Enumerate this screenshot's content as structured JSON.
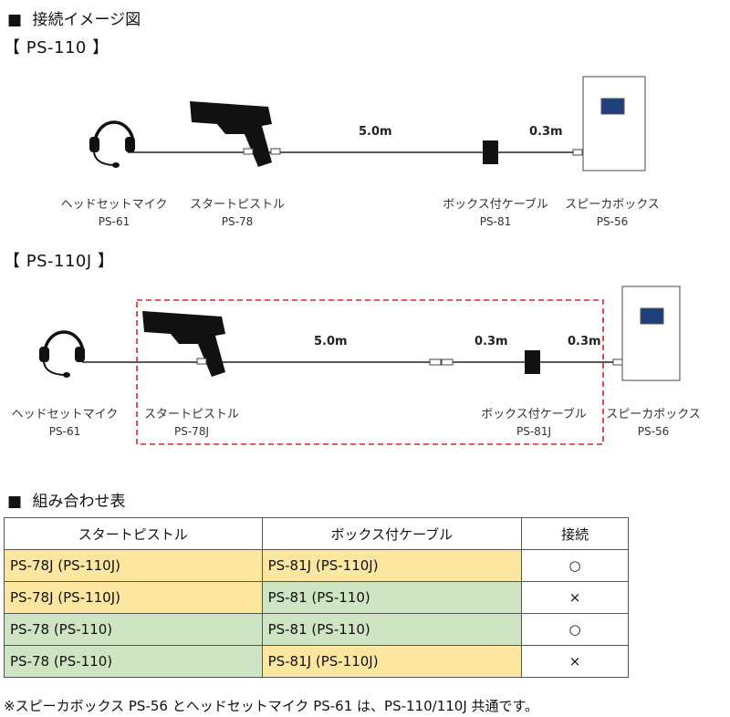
{
  "section_connection": {
    "bullet": "■",
    "title": "接続イメージ図"
  },
  "variant_a": {
    "title": "【 PS-110 】",
    "components": [
      {
        "name": "ヘッドセットマイク",
        "code": "PS-61"
      },
      {
        "name": "スタートピストル",
        "code": "PS-78"
      },
      {
        "name": "ボックス付ケーブル",
        "code": "PS-81"
      },
      {
        "name": "スピーカボックス",
        "code": "PS-56"
      }
    ],
    "lengths": [
      "5.0m",
      "0.3m"
    ]
  },
  "variant_b": {
    "title": "【 PS-110J 】",
    "components": [
      {
        "name": "ヘッドセットマイク",
        "code": "PS-61"
      },
      {
        "name": "スタートピストル",
        "code": "PS-78J"
      },
      {
        "name": "ボックス付ケーブル",
        "code": "PS-81J"
      },
      {
        "name": "スピーカボックス",
        "code": "PS-56"
      }
    ],
    "lengths": [
      "5.0m",
      "0.3m",
      "0.3m"
    ]
  },
  "section_table": {
    "bullet": "■",
    "title": "組み合わせ表"
  },
  "table": {
    "headers": [
      "スタートピストル",
      "ボックス付ケーブル",
      "接続"
    ],
    "rows": [
      {
        "pistol": "PS-78J (PS-110J)",
        "cable": "PS-81J (PS-110J)",
        "result": "○"
      },
      {
        "pistol": "PS-78J (PS-110J)",
        "cable": "PS-81 (PS-110)",
        "result": "×"
      },
      {
        "pistol": "PS-78 (PS-110)",
        "cable": "PS-81 (PS-110)",
        "result": "○"
      },
      {
        "pistol": "PS-78 (PS-110)",
        "cable": "PS-81J (PS-110J)",
        "result": "×"
      }
    ]
  },
  "footnote": "※スピーカボックス PS-56 とヘッドセットマイク PS-61 は、PS-110/110J 共通です。",
  "colors": {
    "j_model_fill": "#fde7a0",
    "standard_model_fill": "#cfe4c2",
    "dashed_highlight": "#e02020",
    "speaker_display": "#1f3f7a"
  }
}
